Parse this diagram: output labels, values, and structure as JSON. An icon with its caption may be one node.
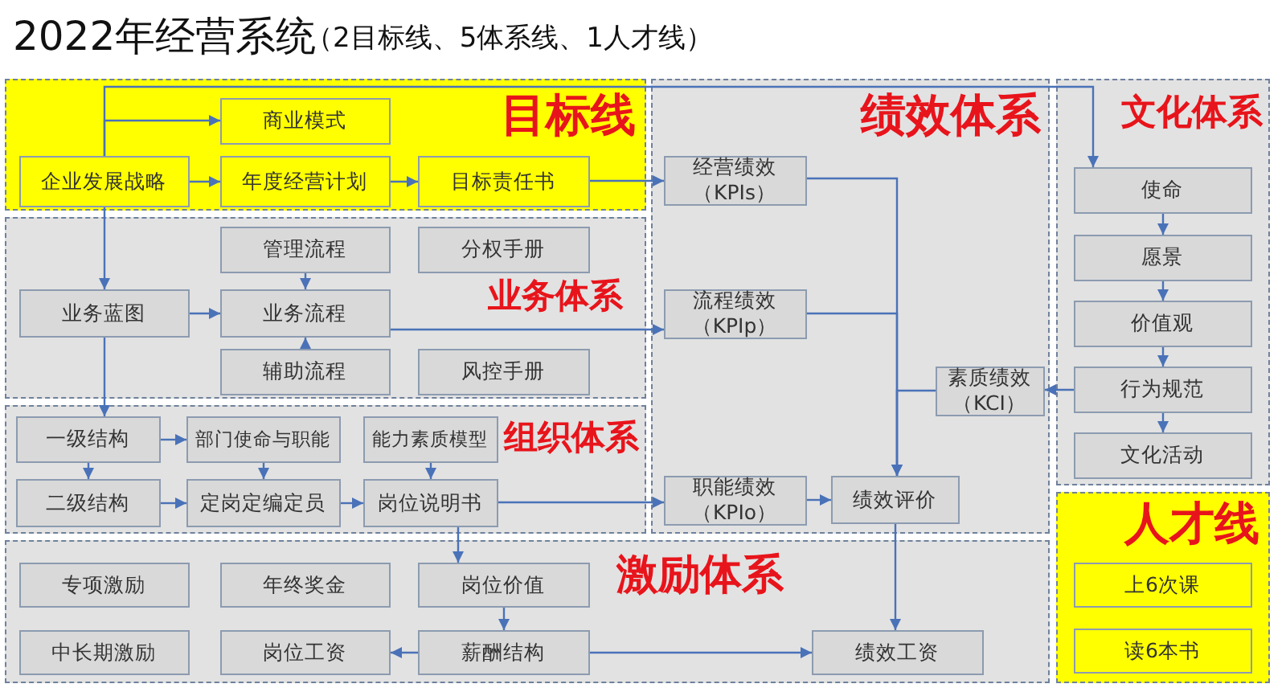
{
  "diagram": {
    "title": "2022年经营系统",
    "nodes": [
      {
        "text": [
          "目标线"
        ]
      },
      {
        "text": [
          "商业模式"
        ],
        "in": 0
      },
      {
        "text": [
          "企业发展战略"
        ],
        "in": 0
      },
      {
        "text": [
          "年度经营计划"
        ],
        "in": 0
      },
      {
        "text": [
          "目标责任书"
        ],
        "in": 0
      },
      {
        "text": [
          "业务体系"
        ]
      },
      {
        "text": [
          "管理流程"
        ],
        "in": 5
      },
      {
        "text": [
          "分权手册"
        ],
        "in": 5
      },
      {
        "text": [
          "业务蓝图"
        ],
        "in": 5
      },
      {
        "text": [
          "业务流程"
        ],
        "in": 5
      },
      {
        "text": [
          "辅助流程"
        ],
        "in": 5
      },
      {
        "text": [
          "风控手册"
        ],
        "in": 5
      },
      {
        "text": [
          "组织体系"
        ]
      },
      {
        "text": [
          "一级结构"
        ],
        "in": 12
      },
      {
        "text": [
          "部门使命与职能"
        ],
        "in": 12
      },
      {
        "text": [
          "能力素质模型"
        ],
        "in": 12
      },
      {
        "text": [
          "二级结构"
        ],
        "in": 12
      },
      {
        "text": [
          "定岗定编定员"
        ],
        "in": 12
      },
      {
        "text": [
          "岗位说明书"
        ],
        "in": 12
      },
      {
        "text": [
          "绩效体系"
        ]
      },
      {
        "text": [
          "经营绩效（KPIs）"
        ],
        "in": 19
      },
      {
        "text": [
          "流程绩效（KPIp）"
        ],
        "in": 19
      },
      {
        "text": [
          "素质绩效（KCI）"
        ],
        "in": 19
      },
      {
        "text": [
          "职能绩效（KPIo）"
        ],
        "in": 19
      },
      {
        "text": [
          "绩效评价"
        ],
        "in": 19
      },
      {
        "text": [
          "激励体系"
        ]
      },
      {
        "text": [
          "专项激励"
        ],
        "in": 25
      },
      {
        "text": [
          "年终奖金"
        ],
        "in": 25
      },
      {
        "text": [
          "岗位价值"
        ],
        "in": 25
      },
      {
        "text": [
          "中长期激励"
        ],
        "in": 25
      },
      {
        "text": [
          "岗位工资"
        ],
        "in": 25
      },
      {
        "text": [
          "薪酬结构"
        ],
        "in": 25
      },
      {
        "text": [
          "绩效工资"
        ],
        "in": 25
      },
      {
        "text": [
          "文化体系"
        ]
      },
      {
        "text": [
          "使命"
        ],
        "in": 33
      },
      {
        "text": [
          "愿景"
        ],
        "in": 33
      },
      {
        "text": [
          "价值观"
        ],
        "in": 33
      },
      {
        "text": [
          "行为规范"
        ],
        "in": 33
      },
      {
        "text": [
          "文化活动"
        ],
        "in": 33
      },
      {
        "text": [
          "人才线"
        ]
      },
      {
        "text": [
          "上6次课"
        ],
        "in": 39
      },
      {
        "text": [
          "读6本书"
        ],
        "in": 39
      }
    ],
    "edges": [
      {
        "from": 2,
        "to": 1,
        "arrow": "to"
      },
      {
        "from": 2,
        "to": 3,
        "arrow": "to"
      },
      {
        "from": 3,
        "to": 4,
        "arrow": "to"
      },
      {
        "from": 4,
        "to": 20,
        "arrow": "to"
      },
      {
        "from": 2,
        "to": 8,
        "arrow": "to"
      },
      {
        "from": 2,
        "to": 34,
        "arrow": "to"
      },
      {
        "from": 6,
        "to": 9,
        "arrow": "to"
      },
      {
        "from": 10,
        "to": 9,
        "arrow": "to"
      },
      {
        "from": 8,
        "to": 9,
        "arrow": "to"
      },
      {
        "from": 9,
        "to": 21,
        "arrow": "to"
      },
      {
        "from": 8,
        "to": 13,
        "arrow": "to"
      },
      {
        "from": 13,
        "to": 16,
        "arrow": "to"
      },
      {
        "from": 13,
        "to": 14,
        "arrow": "to"
      },
      {
        "from": 14,
        "to": 17,
        "arrow": "to"
      },
      {
        "from": 16,
        "to": 17,
        "arrow": "to"
      },
      {
        "from": 17,
        "to": 18,
        "arrow": "to"
      },
      {
        "from": 15,
        "to": 18,
        "arrow": "to"
      },
      {
        "from": 18,
        "to": 23,
        "arrow": "to"
      },
      {
        "from": 18,
        "to": 28,
        "arrow": "to"
      },
      {
        "from": 28,
        "to": 31,
        "arrow": "to"
      },
      {
        "from": 31,
        "to": 30,
        "arrow": "to"
      },
      {
        "from": 31,
        "to": 32,
        "arrow": "to"
      },
      {
        "from": 20,
        "to": 24,
        "arrow": "to"
      },
      {
        "from": 21,
        "to": 24,
        "arrow": "to"
      },
      {
        "from": 22,
        "to": 24,
        "arrow": "to"
      },
      {
        "from": 23,
        "to": 24,
        "arrow": "to"
      },
      {
        "from": 24,
        "to": 32,
        "arrow": "to"
      },
      {
        "from": 37,
        "to": 22,
        "arrow": "to"
      },
      {
        "from": 34,
        "to": 35,
        "arrow": "to"
      },
      {
        "from": 35,
        "to": 36,
        "arrow": "to"
      },
      {
        "from": 36,
        "to": 37,
        "arrow": "to"
      },
      {
        "from": 37,
        "to": 38,
        "arrow": "to"
      }
    ],
    "labels": [
      "（2目标线、5体系线、1人才线）"
    ]
  }
}
